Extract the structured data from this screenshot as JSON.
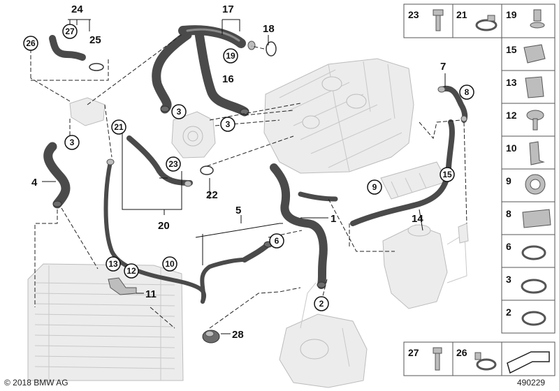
{
  "diagram": {
    "callouts": {
      "c1": "1",
      "c2": "2",
      "c3a": "3",
      "c3b": "3",
      "c3c": "3",
      "c4": "4",
      "c5": "5",
      "c6": "6",
      "c7": "7",
      "c8": "8",
      "c9": "9",
      "c10": "10",
      "c11": "11",
      "c12": "12",
      "c13": "13",
      "c14": "14",
      "c15": "15",
      "c16": "16",
      "c17": "17",
      "c18": "18",
      "c19": "19",
      "c20": "20",
      "c21": "21",
      "c22": "22",
      "c23": "23",
      "c24": "24",
      "c25": "25",
      "c26": "26",
      "c27": "27",
      "c28": "28"
    },
    "panel": {
      "p23": "23",
      "p21": "21",
      "p19": "19",
      "p15": "15",
      "p13": "13",
      "p12": "12",
      "p10": "10",
      "p9": "9",
      "p8": "8",
      "p6": "6",
      "p3": "3",
      "p2": "2",
      "p27": "27",
      "p26": "26"
    },
    "copyright": "© 2018 BMW AG",
    "diagram_number": "490229"
  }
}
